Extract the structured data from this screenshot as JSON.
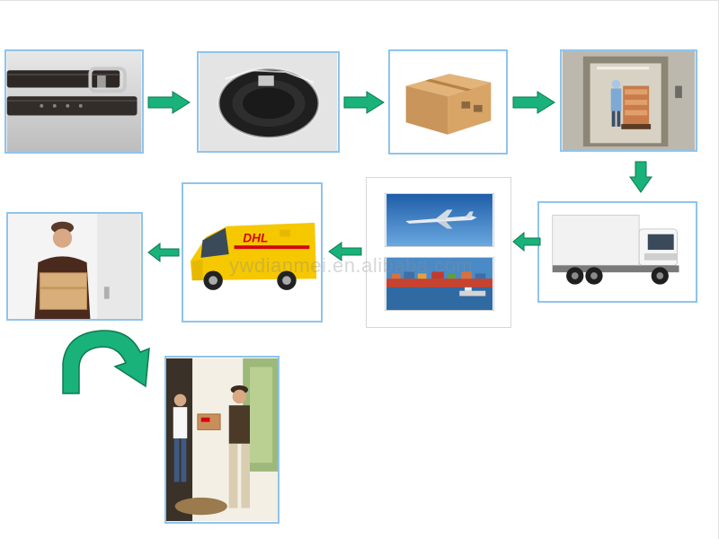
{
  "watermark": "ywdianmei.en.alibaba.com",
  "truck_logo": "DHL",
  "colors": {
    "frame_border": "#8fc4ec",
    "arrow_fill": "#19b27a",
    "arrow_stroke": "#0e7a50",
    "dhl_yellow": "#f5c800",
    "dhl_red": "#d40511"
  },
  "steps": [
    {
      "id": 1,
      "image": "leather-belt-photo"
    },
    {
      "id": 2,
      "image": "bagged-belt-photo"
    },
    {
      "id": 3,
      "image": "cardboard-box-photo"
    },
    {
      "id": 4,
      "image": "warehouse-elevator-photo"
    },
    {
      "id": 5,
      "image": "cargo-truck-photo"
    },
    {
      "id": 6,
      "image": "air-and-sea-freight-photo"
    },
    {
      "id": 7,
      "image": "dhl-van-photo"
    },
    {
      "id": 8,
      "image": "courier-with-box-photo"
    },
    {
      "id": 9,
      "image": "doorstep-delivery-photo"
    }
  ]
}
